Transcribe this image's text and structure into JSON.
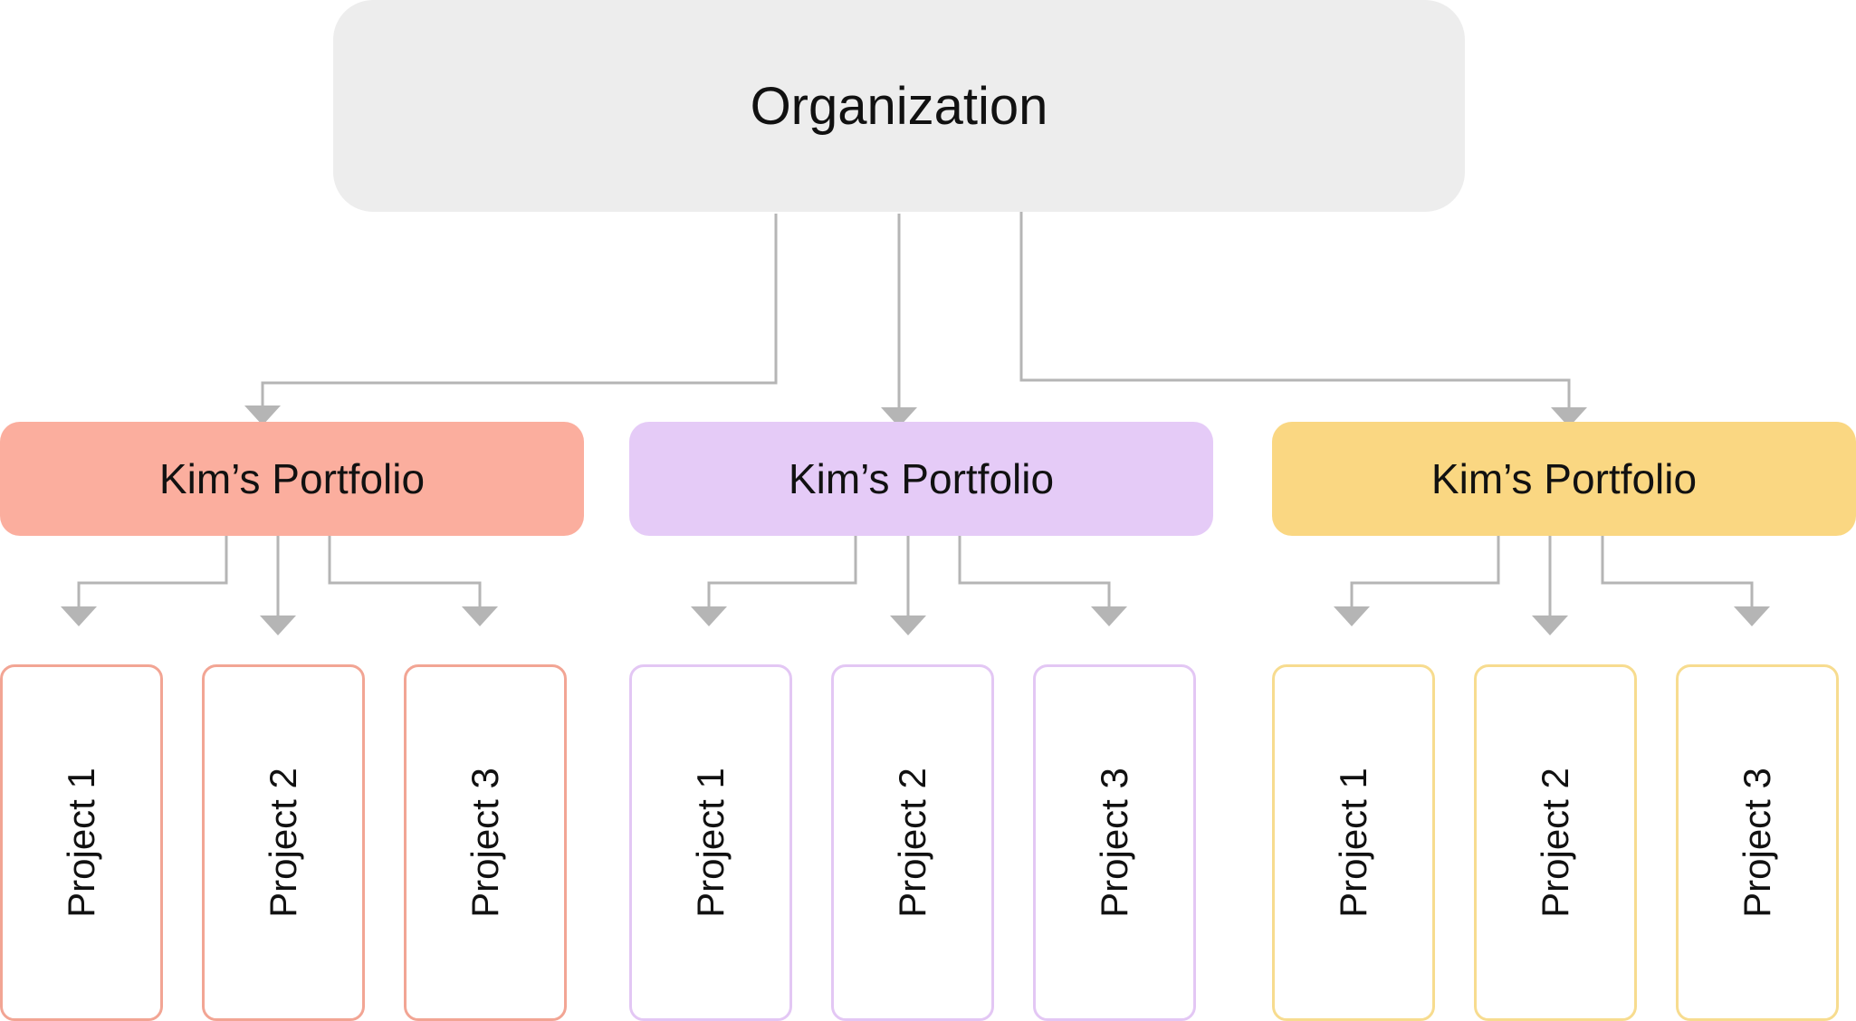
{
  "organization": {
    "label": "Organization",
    "color": "#ededed"
  },
  "connector_color": "#b5b5b5",
  "portfolios": [
    {
      "label": "Kim’s Portfolio",
      "fill": "#fbae9e",
      "border": "#f2a594",
      "projects": [
        "Project 1",
        "Project 2",
        "Project 3"
      ]
    },
    {
      "label": "Kim’s Portfolio",
      "fill": "#e5cbf7",
      "border": "#e3c7f4",
      "projects": [
        "Project 1",
        "Project 2",
        "Project 3"
      ]
    },
    {
      "label": "Kim’s Portfolio",
      "fill": "#fad782",
      "border": "#f7dc8f",
      "projects": [
        "Project 1",
        "Project 2",
        "Project 3"
      ]
    }
  ]
}
